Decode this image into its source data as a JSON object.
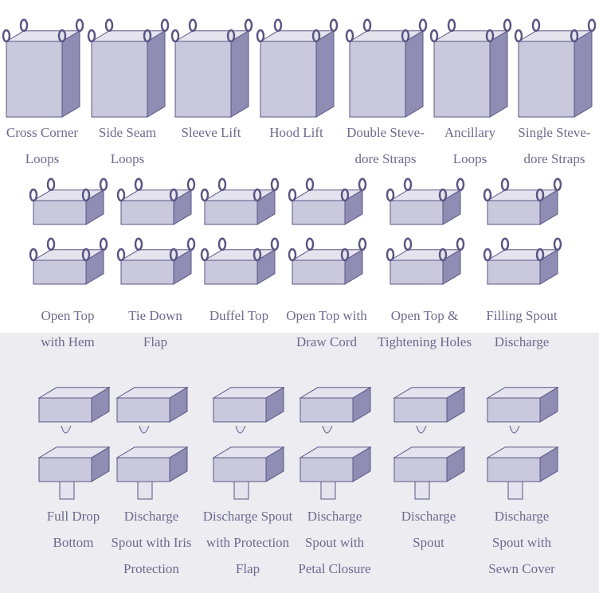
{
  "colors": {
    "text": "#6f6a8e",
    "bag_front": "#c9c8dc",
    "bag_side": "#8f8db3",
    "bag_top": "#e4e3ee",
    "outline": "#5a5784",
    "band": "#ececf1"
  },
  "rows": [
    {
      "kind": "tall",
      "items": [
        {
          "icon": "cross-corner-loops-bag-icon",
          "lines": [
            "Cross Corner",
            "Loops"
          ]
        },
        {
          "icon": "side-seam-loops-bag-icon",
          "lines": [
            "Side Seam",
            "Loops"
          ]
        },
        {
          "icon": "sleeve-lift-bag-icon",
          "lines": [
            "Sleeve Lift"
          ]
        },
        {
          "icon": "hood-lift-bag-icon",
          "lines": [
            "Hood Lift"
          ]
        },
        {
          "icon": "double-stevedore-straps-bag-icon",
          "lines": [
            "Double Steve-",
            "dore Straps"
          ]
        },
        {
          "icon": "ancillary-loops-bag-icon",
          "lines": [
            "Ancillary",
            "Loops"
          ]
        },
        {
          "icon": "single-stevedore-straps-bag-icon",
          "lines": [
            "Single Steve-",
            "dore Straps"
          ]
        }
      ]
    },
    {
      "kind": "top",
      "items": [
        {
          "icon": "open-top-with-hem-icon",
          "lines": [
            "Open Top",
            "with Hem"
          ]
        },
        {
          "icon": "tie-down-flap-icon",
          "lines": [
            "Tie Down",
            "Flap"
          ]
        },
        {
          "icon": "duffel-top-icon",
          "lines": [
            "Duffel Top"
          ]
        },
        {
          "icon": "open-top-with-draw-cord-icon",
          "lines": [
            "Open Top with",
            "Draw Cord"
          ]
        },
        {
          "icon": "open-top-tightening-holes-icon",
          "lines": [
            "Open Top &",
            "Tightening Holes"
          ]
        },
        {
          "icon": "filling-spout-discharge-icon",
          "lines": [
            "Filling Spout",
            "Discharge"
          ]
        }
      ]
    },
    {
      "kind": "bottom",
      "items": [
        {
          "icon": "full-drop-bottom-icon",
          "lines": [
            "Full Drop",
            "Bottom"
          ]
        },
        {
          "icon": "discharge-spout-iris-protection-icon",
          "lines": [
            "Discharge",
            "Spout with Iris",
            "Protection"
          ]
        },
        {
          "icon": "discharge-spout-protection-flap-icon",
          "lines": [
            "Discharge Spout",
            "with Protection",
            "Flap"
          ]
        },
        {
          "icon": "discharge-spout-petal-closure-icon",
          "lines": [
            "Discharge",
            "Spout with",
            "Petal Closure"
          ]
        },
        {
          "icon": "discharge-spout-icon",
          "lines": [
            "Discharge",
            "Spout"
          ]
        },
        {
          "icon": "discharge-spout-sewn-cover-icon",
          "lines": [
            "Discharge",
            "Spout with",
            "Sewn Cover"
          ]
        }
      ]
    }
  ]
}
